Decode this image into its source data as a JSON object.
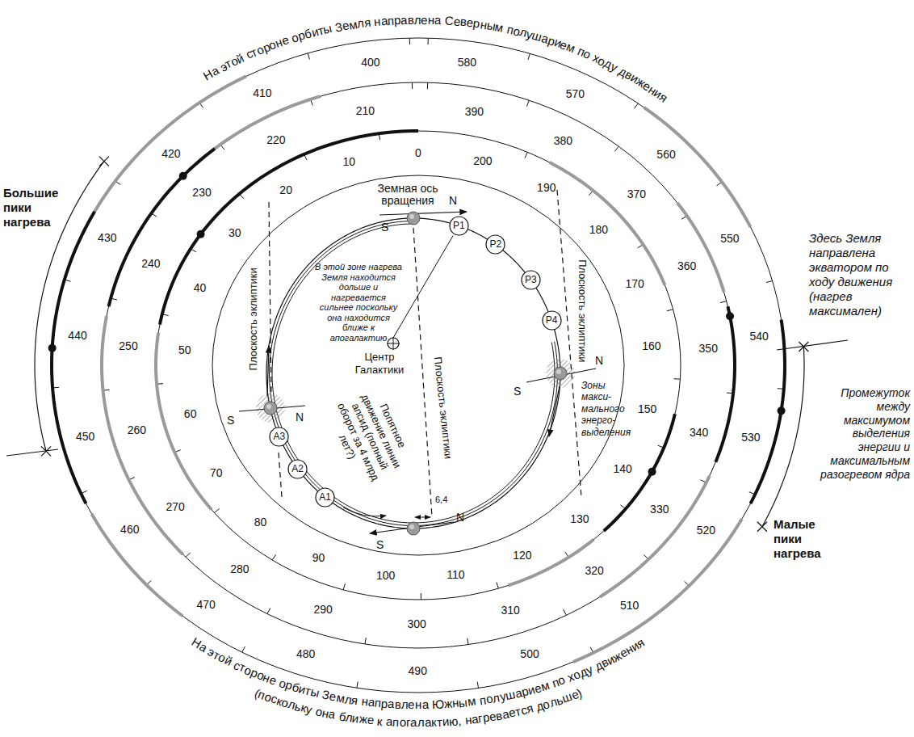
{
  "diagram": {
    "nodes": [
      {
        "text": [
          "P1"
        ]
      },
      {
        "text": [
          "P2"
        ]
      },
      {
        "text": [
          "P3"
        ]
      },
      {
        "text": [
          "P4"
        ]
      },
      {
        "text": [
          "A3"
        ]
      },
      {
        "text": [
          "A2"
        ]
      },
      {
        "text": [
          "A1"
        ]
      }
    ],
    "labels": [
      "0",
      "10",
      "20",
      "30",
      "40",
      "50",
      "60",
      "70",
      "80",
      "90",
      "100",
      "110",
      "120",
      "130",
      "140",
      "150",
      "160",
      "170",
      "180",
      "190",
      "200",
      "210",
      "220",
      "230",
      "240",
      "250",
      "260",
      "270",
      "280",
      "290",
      "300",
      "310",
      "320",
      "330",
      "340",
      "350",
      "360",
      "370",
      "380",
      "390",
      "400",
      "410",
      "420",
      "430",
      "440",
      "450",
      "460",
      "470",
      "480",
      "490",
      "500",
      "510",
      "520",
      "530",
      "540",
      "550",
      "560",
      "570",
      "580",
      "Большие пики нагрева",
      "Здесь Земля направлена экватором по ходу движения (нагрев максимален)",
      "Промежуток между максимумом выделения энергии и максимальным разогревом ядра",
      "Малые пики нагрева",
      "Земная ось вращения",
      "Плоскость эклиптики",
      "Плоскость эклиптики",
      "Плоскость эклиптики",
      "В этой зоне нагрева Земля находится дольше и нагревается сильнее поскольку она находится ближе к апогалактию",
      "Центр Галактики",
      "Попятное движение линии апсид (полный оборот за 4 млрд лет?)",
      "6,4",
      "Зоны макси- мального энерго- выделения",
      "S",
      "N",
      "S",
      "N",
      "S",
      "N",
      "S",
      "N",
      "На этой стороне орбиты Земля направлена Северным полушарием по ходу движения",
      "На этой стороне орбиты Земля направлена Южным полушарием по ходу движения",
      "(поскольку она ближе к апогалактию, нагревается дольше)"
    ]
  }
}
